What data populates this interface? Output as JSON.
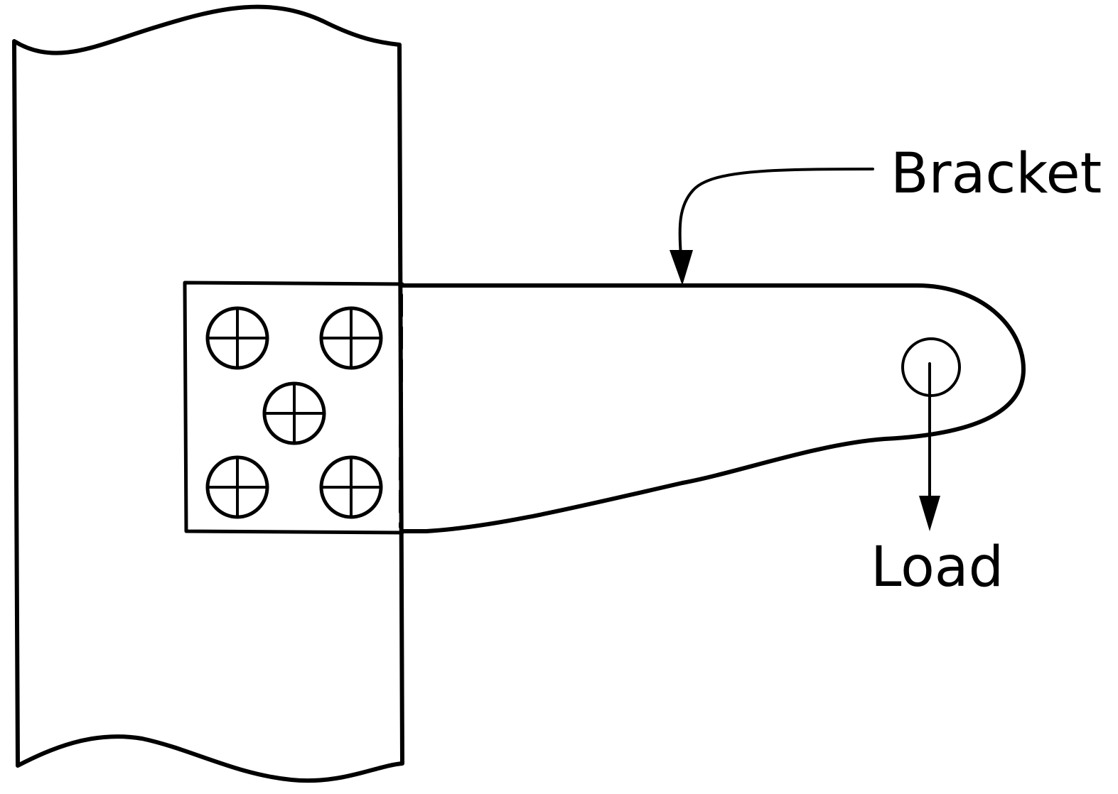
{
  "labels": {
    "bracket": "Bracket",
    "load": "Load"
  },
  "colors": {
    "line": "#000000",
    "background": "#ffffff"
  },
  "bolt_count": 5
}
